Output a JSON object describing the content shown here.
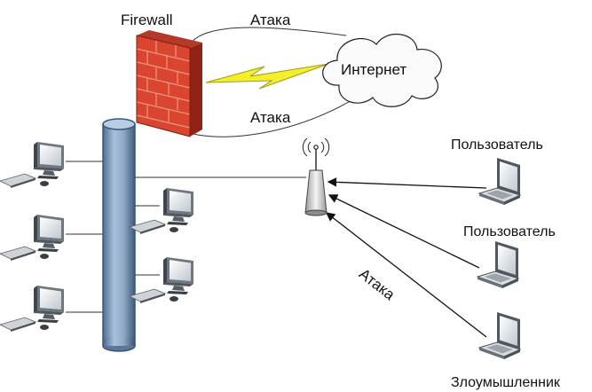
{
  "labels": {
    "firewall": "Firewall",
    "attack_top": "Атака",
    "attack_bottom": "Атака",
    "internet": "Интернет",
    "user1": "Пользователь",
    "user2": "Пользователь",
    "attacker": "Злоумышленник",
    "attack_wireless": "Атака"
  },
  "colors": {
    "firewall_brick": "#d9452f",
    "firewall_dark": "#8f2215",
    "lightning": "#f3ef2a",
    "backbone": "#8fa9c6",
    "backbone_dark": "#4f6d91",
    "line": "#333333"
  },
  "icons": {
    "firewall": "brick-wall-icon",
    "internet": "cloud-icon",
    "access_point": "wireless-access-point-icon",
    "laptop": "laptop-icon",
    "desktop": "desktop-computer-icon"
  }
}
